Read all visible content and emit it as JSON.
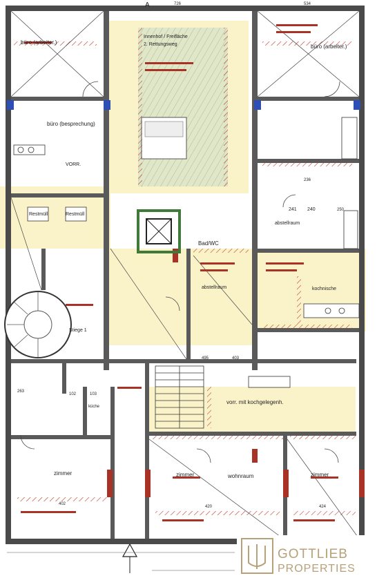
{
  "rooms": {
    "buero_arbeiter_left": "büro (arbeiter.)",
    "buero_besprechung": "büro (besprechung)",
    "vorr": "VORR.",
    "restmüll": "Restmüll",
    "restmüll2": "Restmüll",
    "stiege": "Stiege 1",
    "freiflaeche": "Innenhof / Freifläche",
    "rettungsweg": "2. Rettungsweg",
    "buero_arbeiter_right": "büro (arbeiter.)",
    "abstellraum": "abstellraum",
    "abstellraum2": "abstellraum",
    "kochnische": "kochnische",
    "vorr_kochgelegenh": "vorr. mit kochgelegenh.",
    "zimmer_left": "zimmer",
    "zimmer_mid": "zimmer",
    "zimmer_right": "zimmer",
    "wohnraum": "wohnraum",
    "kueche": "küche",
    "bad": "Bad/WC"
  },
  "dims": {
    "top_a": "A",
    "top_726": "726",
    "top_534": "534",
    "d_241": "241",
    "d_240": "240",
    "d_250": "250",
    "d_236": "236",
    "d_102": "102",
    "d_103": "103",
    "d_495": "495",
    "d_420": "420",
    "d_402": "402",
    "d_424": "424",
    "d_403": "403",
    "d_263": "263"
  },
  "brand": {
    "name_line1": "GOTTLIEB",
    "name_line2": "PROPERTIES",
    "color": "#b8a077"
  },
  "colors": {
    "wall": "#3a3a3a",
    "hatch": "#c0392b",
    "yellow": "#f3e07a",
    "green": "#3f7a3a"
  }
}
